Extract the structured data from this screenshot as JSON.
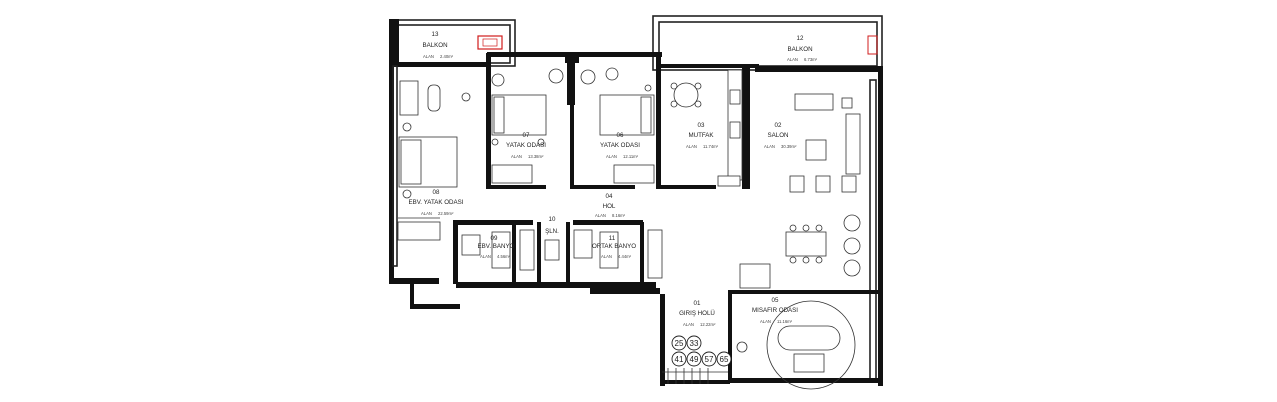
{
  "rooms": [
    {
      "id": "r13",
      "number": "13",
      "name": "BALKON",
      "area_label": "ALAN",
      "area": "2.40m²"
    },
    {
      "id": "r12",
      "number": "12",
      "name": "BALKON",
      "area_label": "ALAN",
      "area": "6.73m²"
    },
    {
      "id": "r07",
      "number": "07",
      "name": "YATAK ODASI",
      "area_label": "ALAN",
      "area": "13.38m²"
    },
    {
      "id": "r06",
      "number": "06",
      "name": "YATAK ODASI",
      "area_label": "ALAN",
      "area": "12.11m²"
    },
    {
      "id": "r03",
      "number": "03",
      "name": "MUTFAK",
      "area_label": "ALAN",
      "area": "11.74m²"
    },
    {
      "id": "r02",
      "number": "02",
      "name": "SALON",
      "area_label": "ALAN",
      "area": "30.39m²"
    },
    {
      "id": "r08",
      "number": "08",
      "name": "EBV. YATAK ODASI",
      "area_label": "ALAN",
      "area": "22.59m²"
    },
    {
      "id": "r04",
      "number": "04",
      "name": "HOL",
      "area_label": "ALAN",
      "area": "8.16m²"
    },
    {
      "id": "r10",
      "number": "10",
      "name": "ŞLN.",
      "area_label": "",
      "area": ""
    },
    {
      "id": "r09",
      "number": "09",
      "name": "EBV. BANYO",
      "area_label": "ALAN",
      "area": "4.56m²"
    },
    {
      "id": "r11",
      "number": "11",
      "name": "ORTAK BANYO",
      "area_label": "ALAN",
      "area": "4.44m²"
    },
    {
      "id": "r01",
      "number": "01",
      "name": "GIRIŞ HOLÜ",
      "area_label": "ALAN",
      "area": "12.22m²"
    },
    {
      "id": "r05",
      "number": "05",
      "name": "MISAFIR ODASI",
      "area_label": "ALAN",
      "area": "11.16m²"
    }
  ],
  "level_markers": [
    "25",
    "33",
    "41",
    "49",
    "57",
    "65"
  ]
}
